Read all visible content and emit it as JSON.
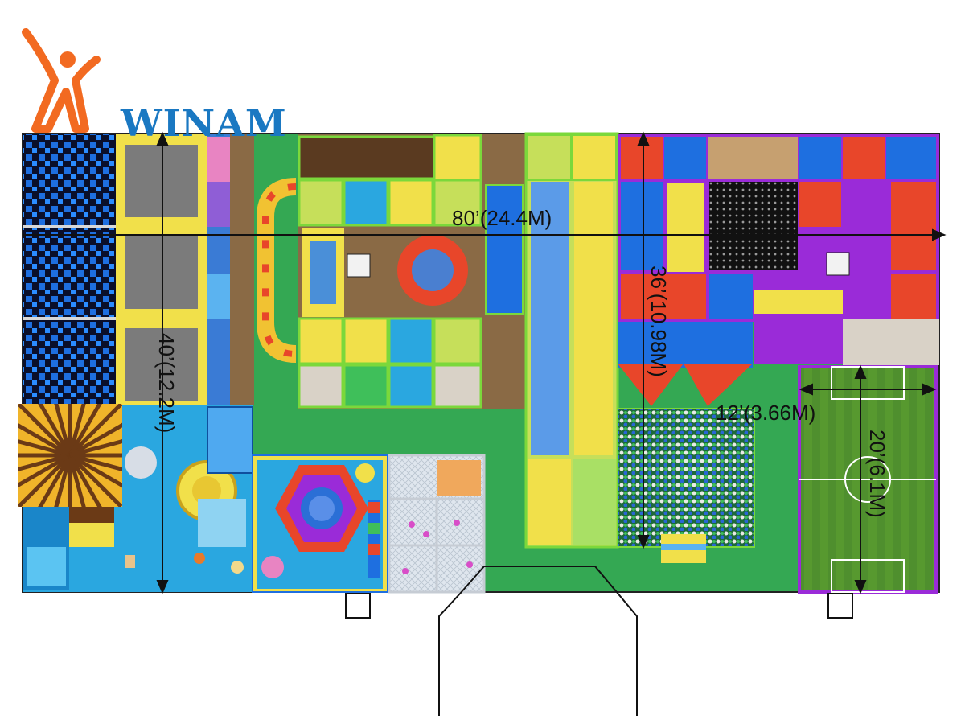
{
  "brand": {
    "logo_text": "WINAM",
    "colors": {
      "blue": "#1a78c2",
      "orange": "#f26a21",
      "red": "#d9241e"
    }
  },
  "dimensions": {
    "length": "80’(24.4M)",
    "width": "40’(12.2M)",
    "slide_section": "36’(10.98M)",
    "field_width": "12’(3.66M)",
    "field_length": "20’(6.1M)"
  },
  "palette": {
    "floor_green": "#34a853",
    "trampoline_blue": "#1e6fe0",
    "toddler_blue": "#2aa7e0",
    "frame_yellow": "#f1e04a",
    "frame_green": "#7bd83b",
    "frame_purple": "#9a2bd8",
    "pad_red": "#e8462a",
    "wood_brown": "#8a6a45",
    "turf_green": "#4f8f2e"
  },
  "zones": [
    "trampoline-park",
    "toddler-area",
    "soft-play-hexagon",
    "ball-wall-cube",
    "main-play-structure",
    "slide-lanes",
    "ninja-course",
    "ball-pit",
    "soccer-field",
    "carousel-canopy",
    "entrance"
  ]
}
